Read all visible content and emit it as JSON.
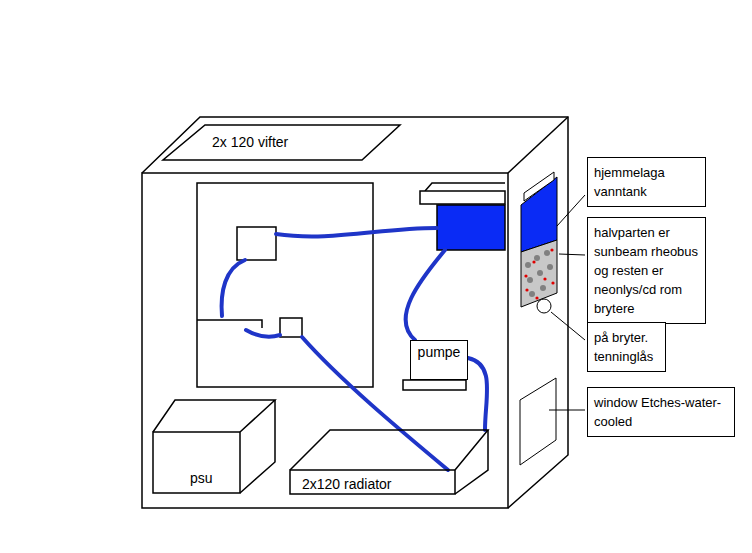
{
  "diagram": {
    "nodes": [
      {
        "text": [
          "2x 120 vifter"
        ]
      },
      {
        "text": [
          "hjemmelaga vanntank"
        ]
      },
      {
        "text": [
          "halvparten er sunbeam rheobus og resten er neonlys/cd rom brytere"
        ]
      },
      {
        "text": [
          "på bryter. tenninglås"
        ]
      },
      {
        "text": [
          "pumpe"
        ]
      },
      {
        "text": [
          "window Etches-water-cooled"
        ]
      },
      {
        "text": [
          "psu"
        ]
      },
      {
        "text": [
          "2x120 radiator"
        ]
      }
    ],
    "edges": [
      {
        "from": 4,
        "to": 7,
        "arrow": "none"
      }
    ]
  }
}
